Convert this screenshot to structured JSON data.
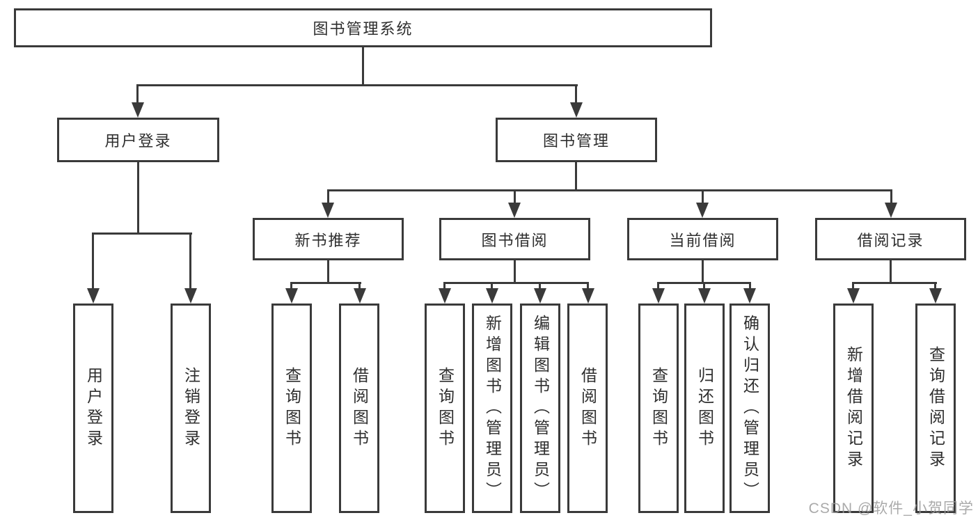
{
  "title": "图书管理系统",
  "watermark": "CSDN @软件_小贺同学",
  "colors": {
    "line": "#3a3a3a",
    "border": "#3a3a3a",
    "text": "#2e2e2e",
    "watermark": "#9b9b9b",
    "background": "#ffffff"
  },
  "nodes": {
    "root": {
      "label": "图书管理系统"
    },
    "level2": [
      {
        "label": "用户登录"
      },
      {
        "label": "图书管理"
      }
    ],
    "level3": [
      {
        "label": "新书推荐"
      },
      {
        "label": "图书借阅"
      },
      {
        "label": "当前借阅"
      },
      {
        "label": "借阅记录"
      }
    ],
    "leaves": {
      "user_login": [
        "用户登录",
        "注销登录"
      ],
      "new_book_rec": [
        "查询图书",
        "借阅图书"
      ],
      "book_borrow": [
        "查询图书",
        "新增图书（管理员）",
        "编辑图书（管理员）",
        "借阅图书"
      ],
      "current_borrow": [
        "查询图书",
        "归还图书",
        "确认归还（管理员）"
      ],
      "borrow_records": [
        "新增借阅记录",
        "查询借阅记录"
      ]
    }
  }
}
